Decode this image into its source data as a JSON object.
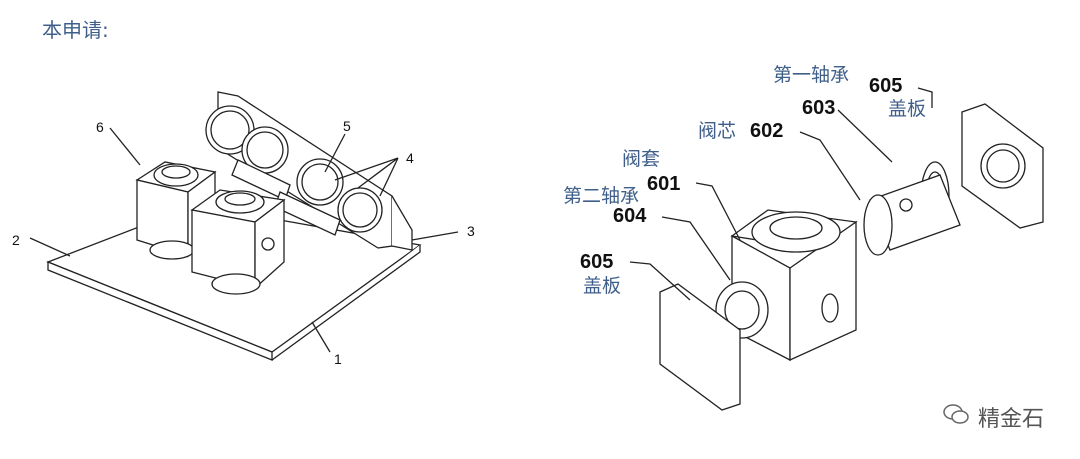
{
  "heading": "本申请:",
  "left_fig": {
    "labels": [
      "1",
      "2",
      "3",
      "4",
      "5",
      "6"
    ]
  },
  "right_fig": {
    "num_601": "601",
    "num_602": "602",
    "num_603": "603",
    "num_604": "604",
    "num_605_top": "605",
    "num_605_bottom": "605",
    "cn_valve_sleeve": "阀套",
    "cn_valve_core": "阀芯",
    "cn_first_bearing": "第一轴承",
    "cn_second_bearing": "第二轴承",
    "cn_cover_top": "盖板",
    "cn_cover_bottom": "盖板"
  },
  "watermark": {
    "text": "精金石",
    "icon": "wechat-official-account-icon"
  }
}
